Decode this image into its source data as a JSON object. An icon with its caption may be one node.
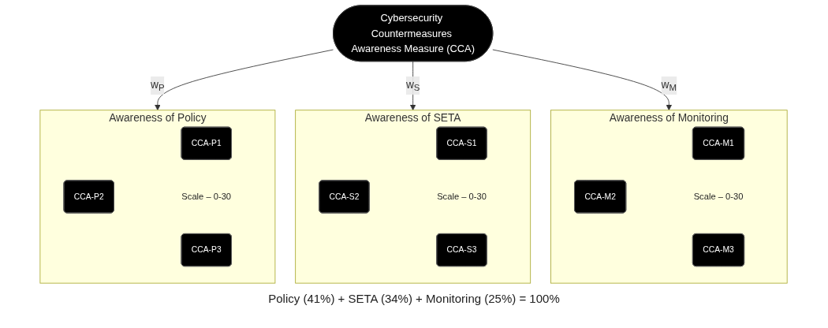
{
  "diagram": {
    "nodes": [
      {
        "text": [
          "Cybersecurity Countermeasures Awareness Measure (CCA)"
        ]
      },
      {
        "text": [
          "Awareness of Policy"
        ],
        "beside": [
          "Scale – 0-30"
        ]
      },
      {
        "text": [
          "CCA-P1"
        ],
        "in": 1
      },
      {
        "text": [
          "CCA-P2"
        ],
        "in": 1
      },
      {
        "text": [
          "CCA-P3"
        ],
        "in": 1
      },
      {
        "text": [
          "Awareness of SETA"
        ],
        "beside": [
          "Scale – 0-30"
        ]
      },
      {
        "text": [
          "CCA-S1"
        ],
        "in": 5
      },
      {
        "text": [
          "CCA-S2"
        ],
        "in": 5
      },
      {
        "text": [
          "CCA-S3"
        ],
        "in": 5
      },
      {
        "text": [
          "Awareness of Monitoring"
        ],
        "beside": [
          "Scale – 0-30"
        ]
      },
      {
        "text": [
          "CCA-M1"
        ],
        "in": 9
      },
      {
        "text": [
          "CCA-M2"
        ],
        "in": 9
      },
      {
        "text": [
          "CCA-M3"
        ],
        "in": 9
      }
    ],
    "edges": [
      {
        "from": 0,
        "to": 1,
        "label": "w$_{P}$",
        "arrow": "to"
      },
      {
        "from": 0,
        "to": 5,
        "label": "w$_{S}$",
        "arrow": "to"
      },
      {
        "from": 0,
        "to": 9,
        "label": "w$_{M}$",
        "arrow": "to"
      }
    ],
    "labels": [
      "Policy (41%) + SETA (34%) + Monitoring (25%) = 100%"
    ]
  }
}
